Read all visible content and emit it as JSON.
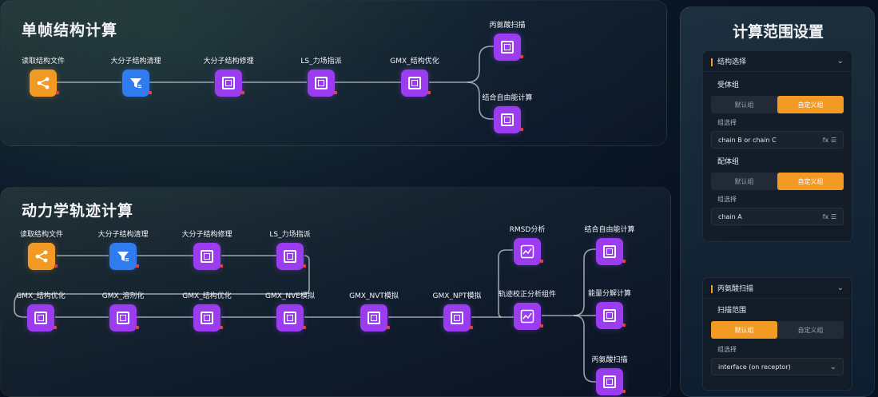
{
  "single_frame": {
    "title": "单帧结构计算",
    "nodes": [
      "读取结构文件",
      "大分子结构清理",
      "大分子结构修理",
      "LS_力场指派",
      "GMX_结构优化",
      "丙氨酸扫描",
      "结合自由能计算"
    ]
  },
  "md": {
    "title": "动力学轨迹计算",
    "row1": [
      "读取结构文件",
      "大分子结构清理",
      "大分子结构修理",
      "LS_力场指派"
    ],
    "row2": [
      "GMX_结构优化",
      "GMX_溶剂化",
      "GMX_结构优化",
      "GMX_NVE模拟",
      "GMX_NVT模拟",
      "GMX_NPT模拟",
      "轨迹校正分析组件"
    ],
    "branches": [
      "RMSD分析",
      "结合自由能计算",
      "能量分解计算",
      "丙氨酸扫描"
    ]
  },
  "settings": {
    "title": "计算范围设置",
    "card1": {
      "header": "结构选择",
      "receptor_label": "受体组",
      "receptor_options": [
        "默认组",
        "自定义组"
      ],
      "receptor_selection_label": "组选择",
      "receptor_selection_value": "chain B or chain C",
      "ligand_label": "配体组",
      "ligand_options": [
        "默认组",
        "自定义组"
      ],
      "ligand_selection_label": "组选择",
      "ligand_selection_value": "chain A",
      "fx": "fx",
      "list_icon": "list-icon"
    },
    "card2": {
      "header": "丙氨酸扫描",
      "scan_label": "扫描范围",
      "scan_options": [
        "默认组",
        "自定义组"
      ],
      "selection_label": "组选择",
      "selection_value": "interface (on receptor)"
    }
  },
  "colors": {
    "accent": "#f39a24",
    "node_purple": "#9b3cf0",
    "node_orange": "#f39a24",
    "node_blue": "#2f7bf0"
  }
}
